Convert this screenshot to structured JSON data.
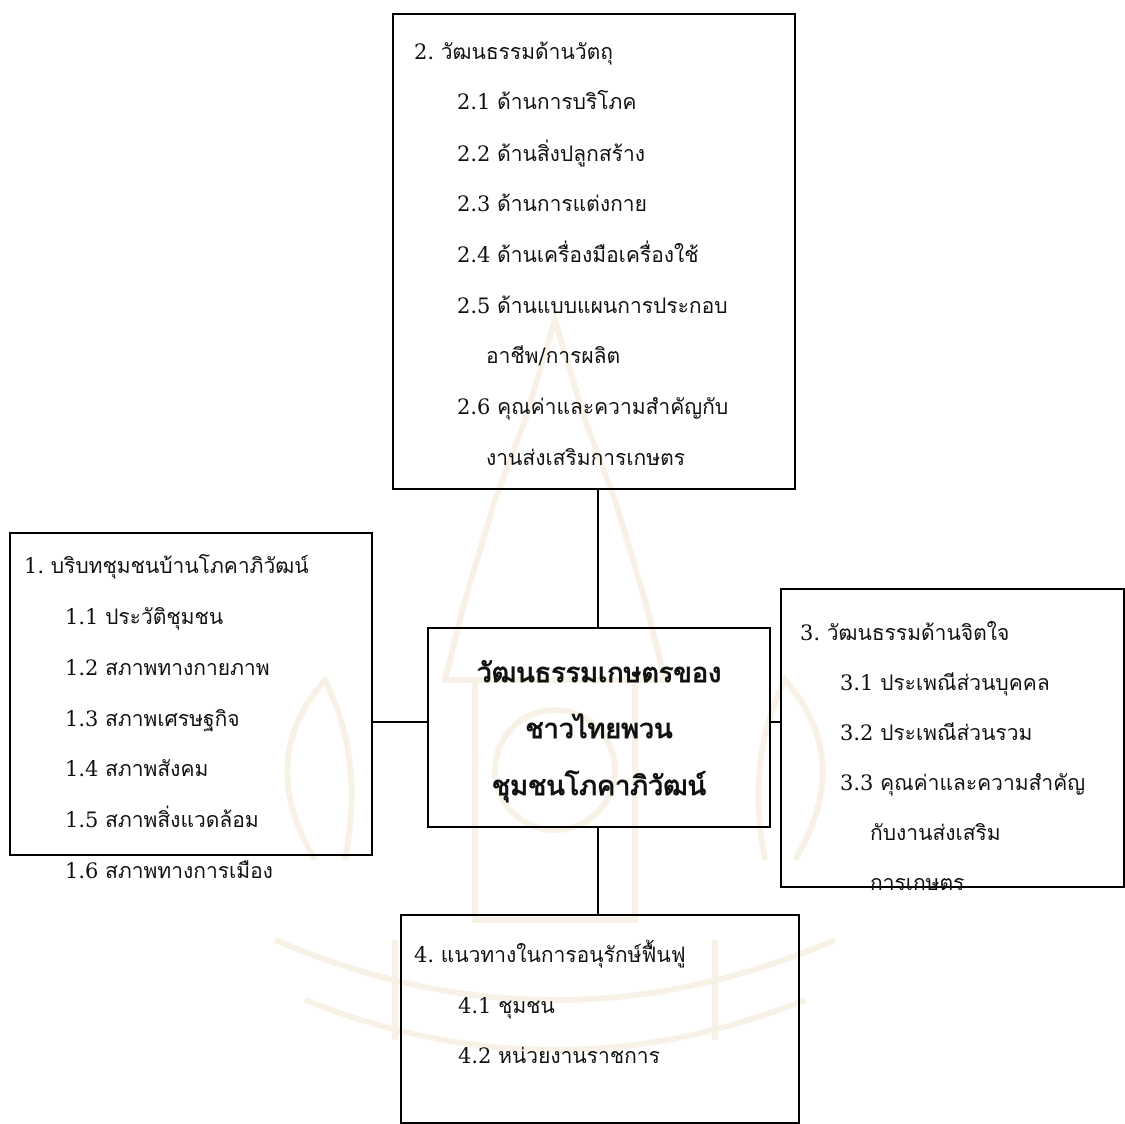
{
  "center": {
    "lines": [
      "วัฒนธรรมเกษตรของ",
      "ชาวไทยพวน",
      "ชุมชนโภคาภิวัฒน์"
    ]
  },
  "box1": {
    "title": "1. บริบทชุมชนบ้านโภคาภิวัฒน์",
    "items": [
      "1.1 ประวัติชุมชน",
      "1.2 สภาพทางกายภาพ",
      "1.3 สภาพเศรษฐกิจ",
      "1.4 สภาพสังคม",
      "1.5 สภาพสิ่งแวดล้อม",
      "1.6 สภาพทางการเมือง"
    ]
  },
  "box2": {
    "title": "2. วัฒนธรรมด้านวัตถุ",
    "items": [
      "2.1 ด้านการบริโภค",
      "2.2 ด้านสิ่งปลูกสร้าง",
      "2.3 ด้านการแต่งกาย",
      "2.4 ด้านเครื่องมือเครื่องใช้",
      "2.5 ด้านแบบแผนการประกอบ",
      "อาชีพ/การผลิต",
      "2.6 คุณค่าและความสำคัญกับ",
      "งานส่งเสริมการเกษตร"
    ]
  },
  "box3": {
    "title": "3. วัฒนธรรมด้านจิตใจ",
    "items": [
      "3.1 ประเพณีส่วนบุคคล",
      "3.2 ประเพณีส่วนรวม",
      "3.3 คุณค่าและความสำคัญ",
      "กับงานส่งเสริม",
      "การเกษตร"
    ]
  },
  "box4": {
    "title": "4. แนวทางในการอนุรักษ์ฟื้นฟู",
    "items": [
      "4.1 ชุมชน",
      "4.2 หน่วยงานราชการ"
    ]
  },
  "colors": {
    "stroke": "#000000",
    "watermark": "#b8860b"
  },
  "icons": {
    "watermark": "university-seal-watermark"
  }
}
